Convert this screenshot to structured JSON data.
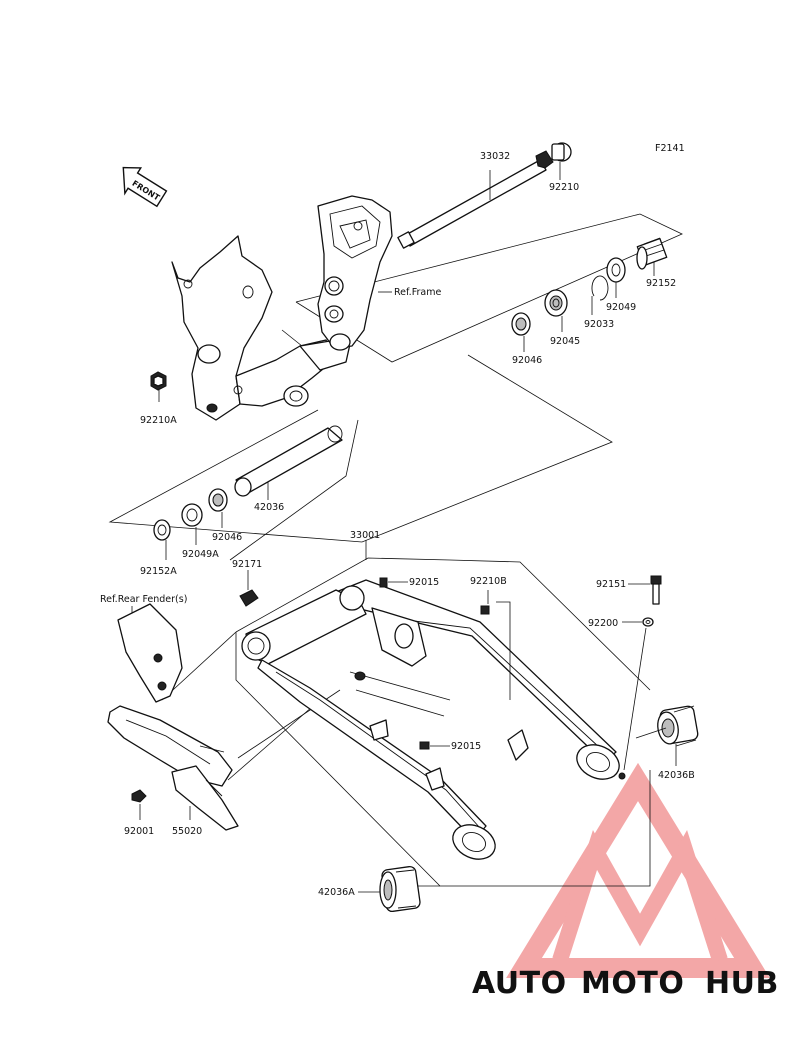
{
  "figure_code": "F2141",
  "front_label": "FRONT",
  "refs": {
    "frame": "Ref.Frame",
    "rear_fender": "Ref.Rear Fender(s)"
  },
  "parts": {
    "p33032": "33032",
    "p92210": "92210",
    "p92152": "92152",
    "p92049": "92049",
    "p92033": "92033",
    "p92045": "92045",
    "p92046_upper": "92046",
    "p92210A": "92210A",
    "p42036": "42036",
    "p92046_lower": "92046",
    "p92049A": "92049A",
    "p92152A": "92152A",
    "p33001": "33001",
    "p92171": "92171",
    "p92015_top": "92015",
    "p92210B": "92210B",
    "p92151": "92151",
    "p92200": "92200",
    "p92015_mid": "92015",
    "p42036B": "42036B",
    "p92001": "92001",
    "p55020": "55020",
    "p42036A": "42036A"
  },
  "watermark": {
    "part1": "AUTO",
    "part2": "MOTO",
    "part3": "HUB",
    "colors": {
      "auto": "#f3b27a",
      "moto": "#f08a8a",
      "hub": "#555555",
      "logo": "#f08a8a"
    }
  }
}
